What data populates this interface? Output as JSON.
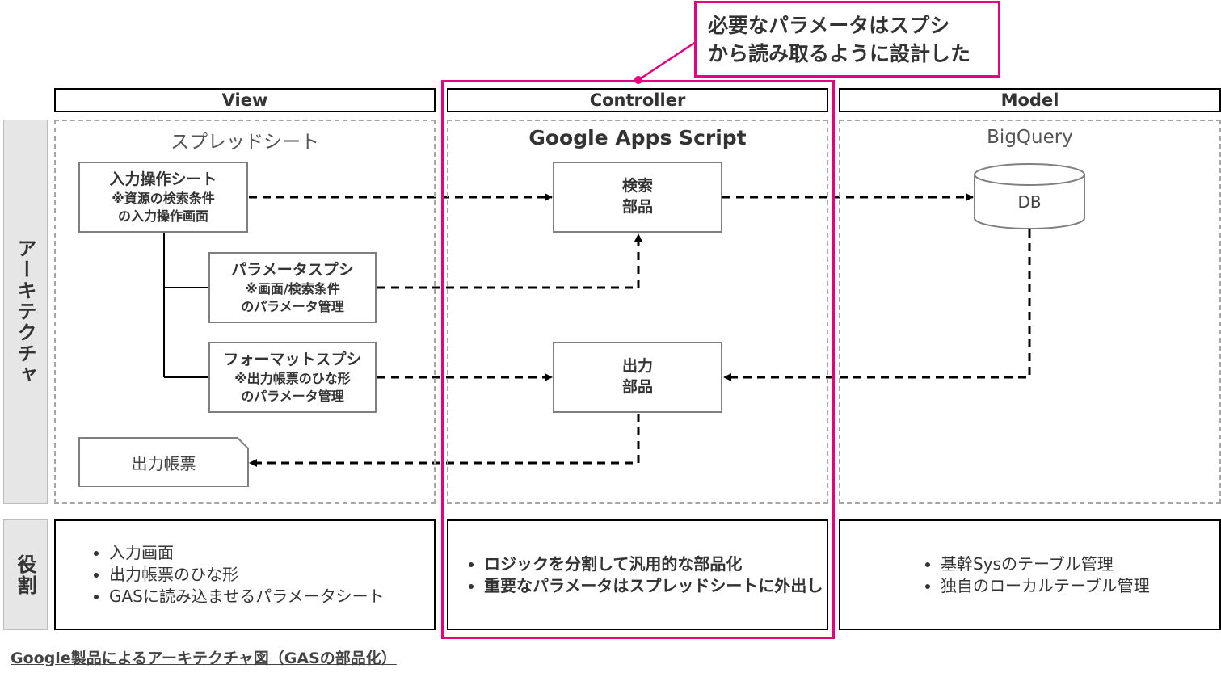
{
  "callout": {
    "line1": "必要なパラメータはスプシ",
    "line2": "から読み取るように設計した"
  },
  "columns": {
    "view": "View",
    "controller": "Controller",
    "model": "Model"
  },
  "side_labels": {
    "architecture": "アーキテクチャ",
    "role": "役割"
  },
  "panels": {
    "view_title": "スプレッドシート",
    "controller_title": "Google Apps Script",
    "model_title": "BigQuery"
  },
  "view_boxes": {
    "input_sheet": {
      "title": "入力操作シート",
      "line2": "※資源の検索条件",
      "line3": "の入力操作画面"
    },
    "param_sheet": {
      "title": "パラメータスプシ",
      "line2": "※画面/検索条件",
      "line3": "のパラメータ管理"
    },
    "format_sheet": {
      "title": "フォーマットスプシ",
      "line2": "※出力帳票のひな形",
      "line3": "のパラメータ管理"
    },
    "output_report": "出力帳票"
  },
  "controller_boxes": {
    "search": {
      "line1": "検索",
      "line2": "部品"
    },
    "output": {
      "line1": "出力",
      "line2": "部品"
    }
  },
  "model": {
    "db": "DB"
  },
  "roles": {
    "view": [
      "入力画面",
      "出力帳票のひな形",
      "GASに読み込ませるパラメータシート"
    ],
    "controller": [
      "ロジックを分割して汎用的な部品化",
      "重要なパラメータはスプレッドシートに外出し"
    ],
    "model": [
      "基幹Sysのテーブル管理",
      "独自のローカルテーブル管理"
    ]
  },
  "caption": "Google製品によるアーキテクチャ図（GASの部品化）",
  "colors": {
    "accent": "#e6007e",
    "side_bg": "#e6e6e6"
  }
}
